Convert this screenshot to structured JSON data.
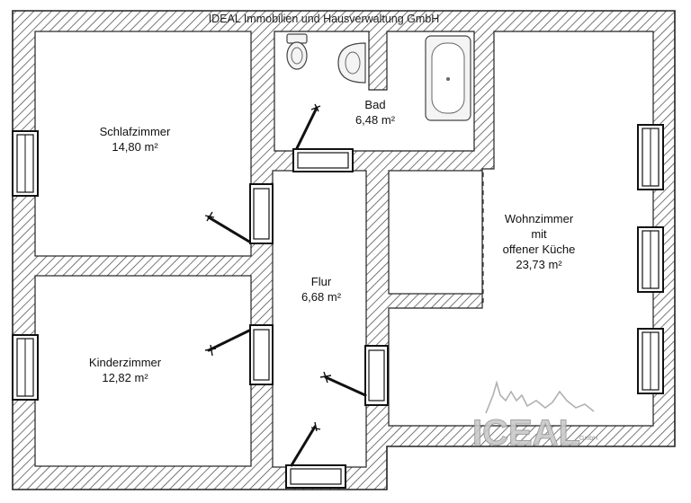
{
  "header": {
    "title": "IDEAL Immobilien und Hausverwaltung GmbH"
  },
  "rooms": [
    {
      "id": "schlafzimmer",
      "name": "Schlafzimmer",
      "area": "14,80 m²"
    },
    {
      "id": "bad",
      "name": "Bad",
      "area": "6,48 m²"
    },
    {
      "id": "wohnzimmer",
      "name_line1": "Wohnzimmer",
      "name_line2": "mit",
      "name_line3": "offener Küche",
      "area": "23,73 m²"
    },
    {
      "id": "flur",
      "name": "Flur",
      "area": "6,68 m²"
    },
    {
      "id": "kinderzimmer",
      "name": "Kinderzimmer",
      "area": "12,82 m²"
    }
  ],
  "logo": {
    "brand": "ICEAL",
    "sub": "GmbH"
  },
  "colors": {
    "wall_line": "#222222",
    "hatch": "#555555",
    "logo": "#c9c9c9"
  }
}
